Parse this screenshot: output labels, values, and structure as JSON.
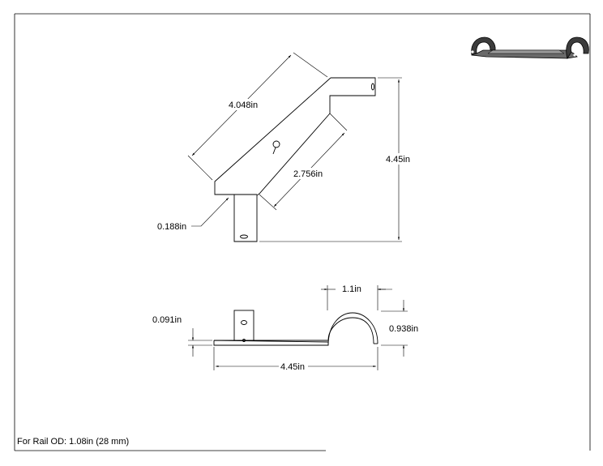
{
  "dimensions": {
    "diagonal_length": "4.048in",
    "inner_diagonal": "2.756in",
    "overall_height": "4.45in",
    "thickness": "0.188in",
    "clamp_width": "1.1in",
    "plate_thickness": "0.091in",
    "clamp_height": "0.938in",
    "overall_length": "4.45in"
  },
  "note": "For Rail OD: 1.08in (28 mm)"
}
